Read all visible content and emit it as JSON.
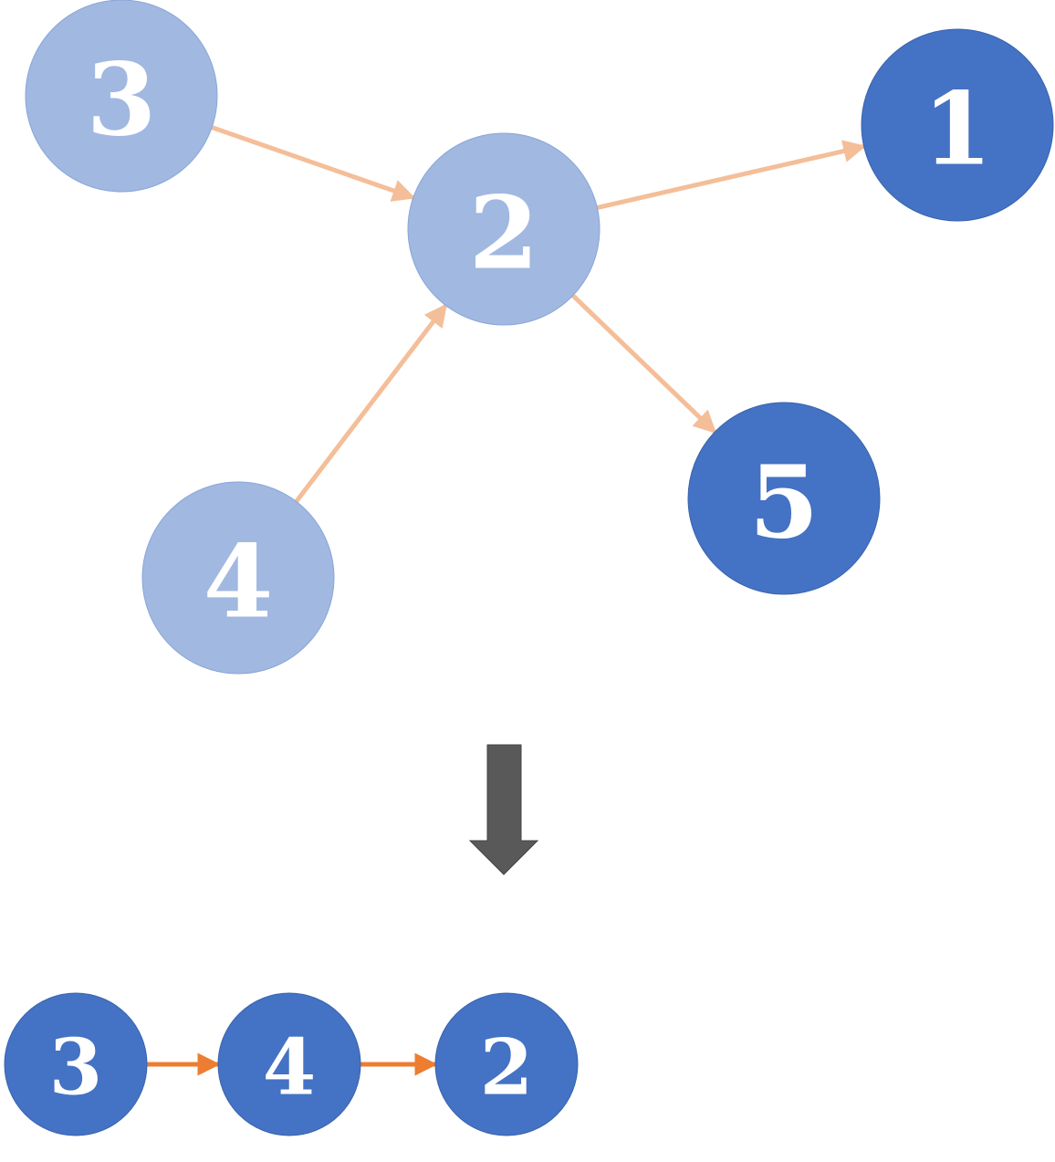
{
  "colors": {
    "node_light": "#A1B8E1",
    "node_dark": "#4472C4",
    "edge_light": "#F4BE98",
    "edge_dark": "#ED7D31",
    "transform_arrow": "#595959",
    "label": "#FFFFFF"
  },
  "graph": {
    "nodes": [
      {
        "id": "3",
        "label": "3",
        "state": "light"
      },
      {
        "id": "2",
        "label": "2",
        "state": "light"
      },
      {
        "id": "1",
        "label": "1",
        "state": "dark"
      },
      {
        "id": "4",
        "label": "4",
        "state": "light"
      },
      {
        "id": "5",
        "label": "5",
        "state": "dark"
      }
    ],
    "edges": [
      {
        "from": "3",
        "to": "2"
      },
      {
        "from": "2",
        "to": "1"
      },
      {
        "from": "4",
        "to": "2"
      },
      {
        "from": "2",
        "to": "5"
      }
    ]
  },
  "result_chain": {
    "nodes": [
      {
        "id": "3",
        "label": "3"
      },
      {
        "id": "4",
        "label": "4"
      },
      {
        "id": "2",
        "label": "2"
      }
    ]
  },
  "transform_arrow_icon": "down-arrow-icon"
}
